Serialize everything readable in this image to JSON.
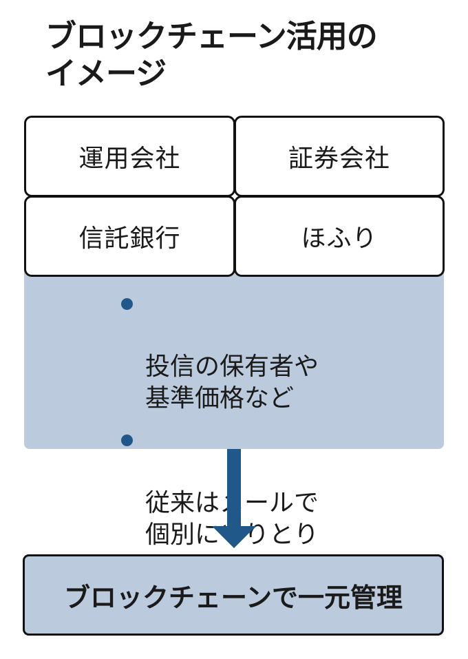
{
  "title": "ブロックチェーン活用の\nイメージ",
  "participants": [
    {
      "label": "運用会社"
    },
    {
      "label": "証券会社"
    },
    {
      "label": "信託銀行"
    },
    {
      "label": "ほふり"
    }
  ],
  "details": [
    {
      "text": "投信の保有者や\n基準価格など"
    },
    {
      "text": "従来はメールで\n個別にやりとり"
    }
  ],
  "result": {
    "label": "ブロックチェーンで一元管理"
  },
  "colors": {
    "accent": "#21588a",
    "panel": "#bccadd",
    "border": "#111111"
  }
}
